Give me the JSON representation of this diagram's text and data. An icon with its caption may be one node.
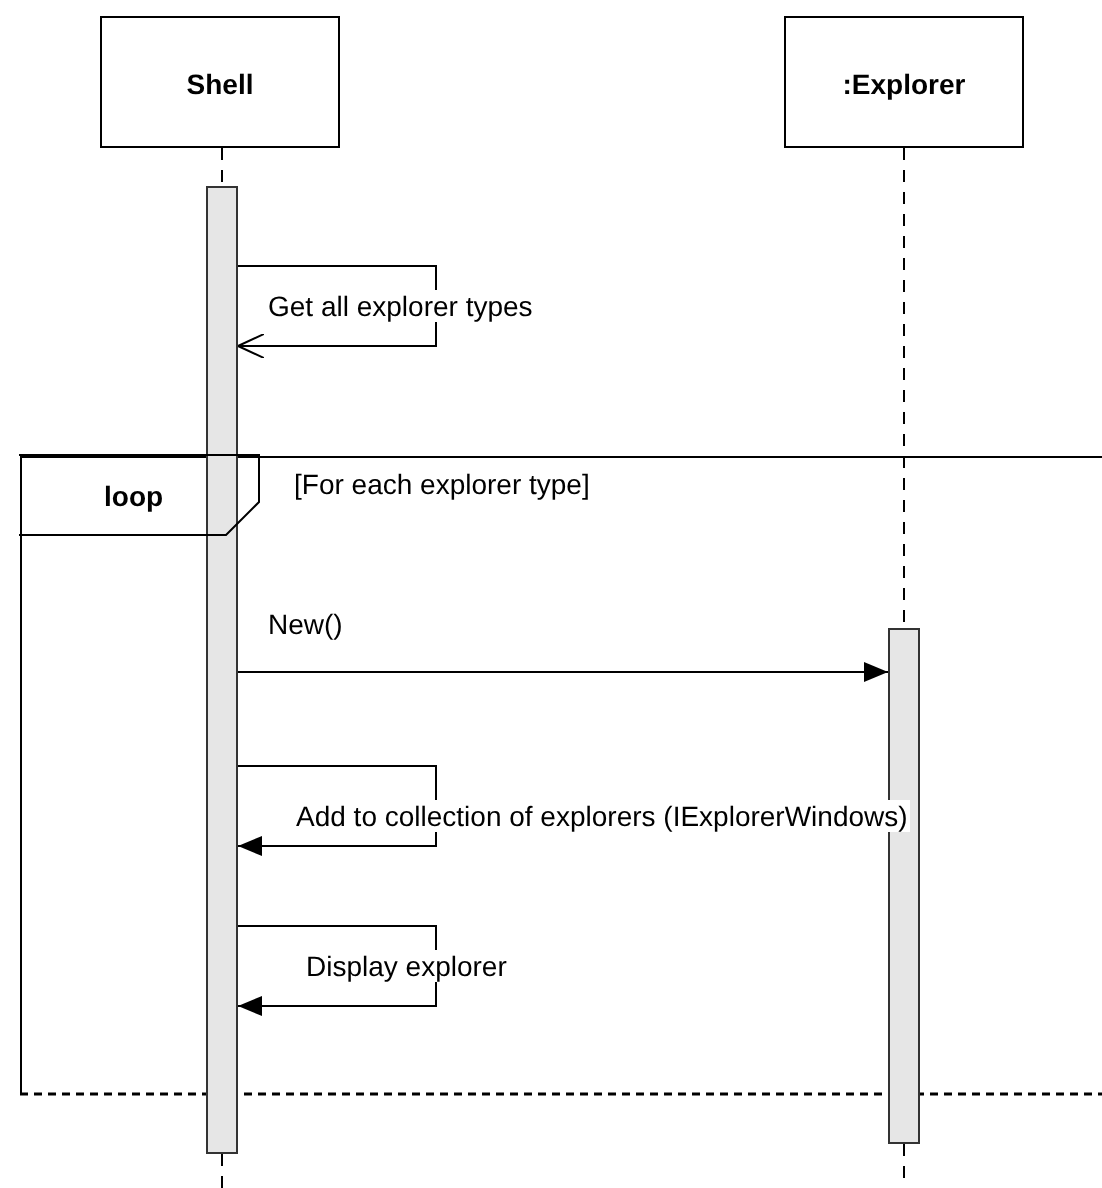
{
  "diagram": {
    "nodes": [
      {
        "text": [
          "Shell"
        ]
      },
      {
        "text": [
          ":Explorer"
        ]
      },
      {
        "text": [],
        "shape": "bar"
      },
      {
        "text": [],
        "shape": "bar"
      },
      {
        "text": [
          "loop",
          "[For each explorer type]"
        ]
      }
    ],
    "edges": [
      {
        "from": 0,
        "to": 2,
        "arrow": "none",
        "style": "dashed"
      },
      {
        "from": 2,
        "to": null,
        "arrow": "none",
        "style": "dashed"
      },
      {
        "from": 1,
        "to": 3,
        "arrow": "none",
        "style": "dashed"
      },
      {
        "from": 3,
        "to": null,
        "arrow": "none",
        "style": "dashed"
      },
      {
        "from": 2,
        "to": 2,
        "arrow": "to",
        "label": "Get all explorer types"
      },
      {
        "from": 2,
        "to": 3,
        "arrow": "to",
        "label": "New()"
      },
      {
        "from": 2,
        "to": 2,
        "arrow": "to",
        "label": "Add to collection of explorers (IExplorerWindows)"
      },
      {
        "from": 2,
        "to": 2,
        "arrow": "to",
        "label": "Display explorer"
      }
    ]
  }
}
